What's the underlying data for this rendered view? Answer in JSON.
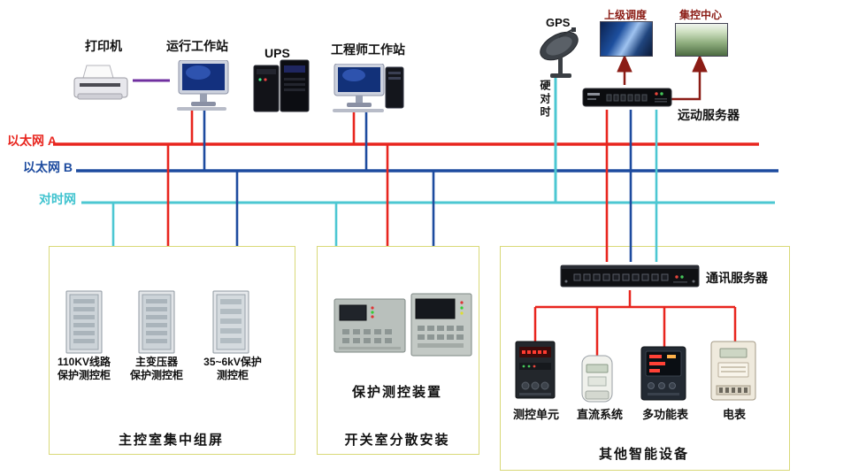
{
  "colors": {
    "ethernet_a": "#e8251e",
    "ethernet_b": "#1d4b9f",
    "time_sync_net": "#4cc7d2",
    "uplink_arrow": "#8b1c15",
    "printer_link": "#7030a0",
    "zone_border": "#d9d978"
  },
  "top": {
    "printer_label": "打印机",
    "operator_ws_label": "运行工作站",
    "ups_label": "UPS",
    "engineer_ws_label": "工程师工作站",
    "gps_label": "GPS",
    "upper_dispatch_label": "上级调度",
    "central_control_label": "集控中心",
    "rtu_server_label": "远动服务器",
    "hard_sync_label": "硬对时"
  },
  "buses": {
    "ethernet_a_label": "以太网 A",
    "ethernet_b_label": "以太网 B",
    "time_sync_label": "对时网"
  },
  "left_box": {
    "cabinet1_line1": "110KV线路",
    "cabinet1_line2": "保护测控柜",
    "cabinet2_line1": "主变压器",
    "cabinet2_line2": "保护测控柜",
    "cabinet3_line1": "35~6kV保护",
    "cabinet3_line2": "测控柜",
    "caption": "主控室集中组屏"
  },
  "middle_box": {
    "device_label": "保护测控装置",
    "caption": "开关室分散安装"
  },
  "right_box": {
    "server_label": "通讯服务器",
    "device1_label": "测控单元",
    "device2_label": "直流系统",
    "device3_label": "多功能表",
    "device4_label": "电表",
    "caption": "其他智能设备"
  }
}
